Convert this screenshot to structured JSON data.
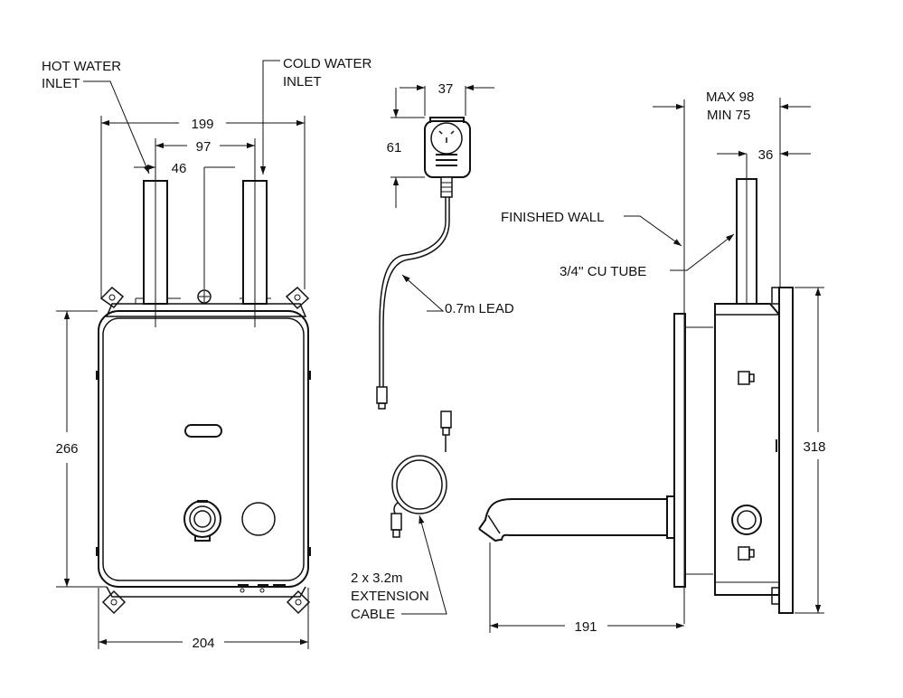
{
  "labels": {
    "hot_water_line1": "HOT WATER",
    "hot_water_line2": "INLET",
    "cold_water_line1": "COLD WATER",
    "cold_water_line2": "INLET",
    "lead": "0.7m LEAD",
    "finished_wall": "FINISHED WALL",
    "cu_tube": "3/4'' CU TUBE",
    "max": "MAX 98",
    "min": "MIN 75",
    "extension_line1": "2 x 3.2m",
    "extension_line2": "EXTENSION",
    "extension_line3": "CABLE"
  },
  "dimensions": {
    "overall_inlet_width": "199",
    "inlet_spacing": "97",
    "inlet_offset": "46",
    "plug_width": "37",
    "plug_height": "61",
    "body_height": "266",
    "body_width": "204",
    "tube_offset": "36",
    "side_height": "318",
    "spout_reach": "191"
  }
}
